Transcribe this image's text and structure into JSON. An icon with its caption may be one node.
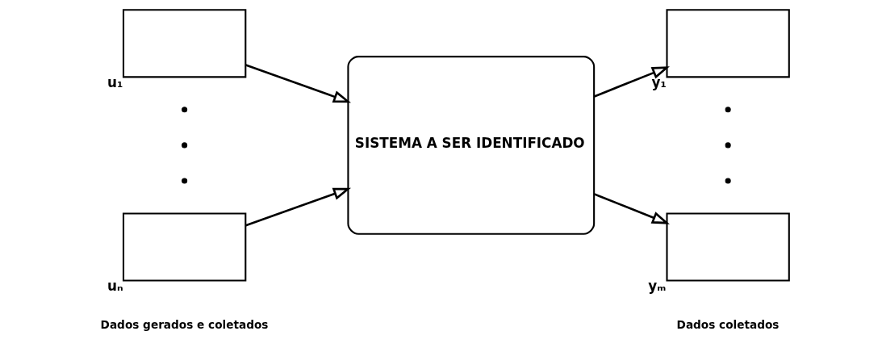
{
  "diagram": {
    "nodes": [
      {
        "text": [],
        "shape": "box",
        "beside": [
          "u₁"
        ]
      },
      {
        "text": [],
        "shape": "box",
        "beside": [
          "uₙ"
        ]
      },
      {
        "text": [
          "SISTEMA A SER IDENTIFICADO"
        ]
      },
      {
        "text": [],
        "shape": "box",
        "beside": [
          "y₁"
        ]
      },
      {
        "text": [],
        "shape": "box",
        "beside": [
          "yₘ"
        ]
      }
    ],
    "edges": [
      {
        "from": 0,
        "to": 2,
        "arrow": "to"
      },
      {
        "from": 1,
        "to": 2,
        "arrow": "to"
      },
      {
        "from": 2,
        "to": 3,
        "arrow": "to"
      },
      {
        "from": 2,
        "to": 4,
        "arrow": "to"
      }
    ],
    "labels": [
      "Dados gerados e coletados",
      "Dados coletados"
    ]
  }
}
